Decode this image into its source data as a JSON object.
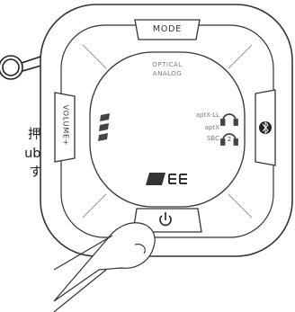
{
  "caption": {
    "lines": [
      "押し",
      "ubの",
      "す。"
    ]
  },
  "device": {
    "mode_label": "MODE",
    "volume_label": "VOLUME+",
    "optical_label": "OPTICAL",
    "analog_label": "ANALOG",
    "codecs": [
      {
        "label": "aptX-LL"
      },
      {
        "label": "aptX"
      },
      {
        "label": "SBC"
      }
    ],
    "headphone_badge": "2",
    "brand": "MEE",
    "icons": {
      "power": "power-icon",
      "bluetooth": "bluetooth-icon",
      "headphone": "headphone-icon",
      "level": "level-meter-icon",
      "cable": "cable-loop-icon"
    }
  }
}
